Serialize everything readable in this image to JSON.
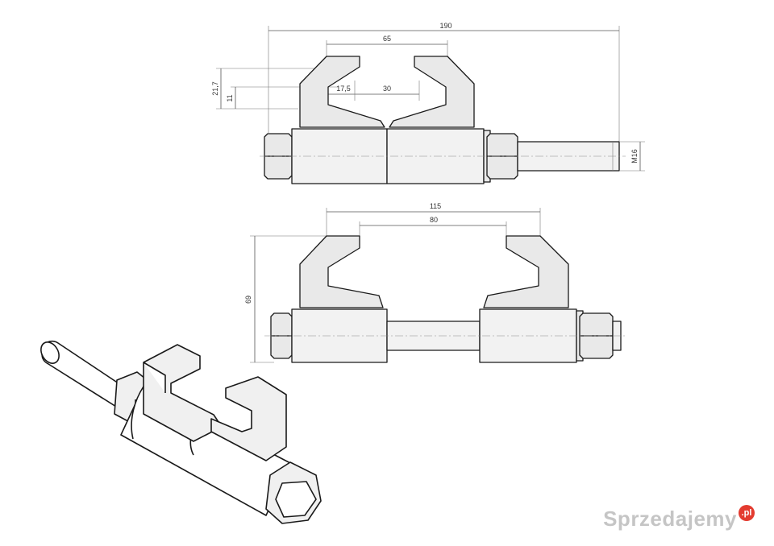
{
  "top_view": {
    "dimensions": {
      "overall_length": "190",
      "clamp_span": "65",
      "jaw_height": "21,7",
      "jaw_depth": "11",
      "jaw_gap_left": "17,5",
      "slot_width": "30",
      "thread": "M16"
    }
  },
  "bottom_view": {
    "dimensions": {
      "outer_span": "115",
      "inner_span": "80",
      "height": "69"
    }
  },
  "watermark": {
    "text": "Sprzedajemy",
    "badge": ".pl",
    "badge_color": "#e33b2f"
  }
}
